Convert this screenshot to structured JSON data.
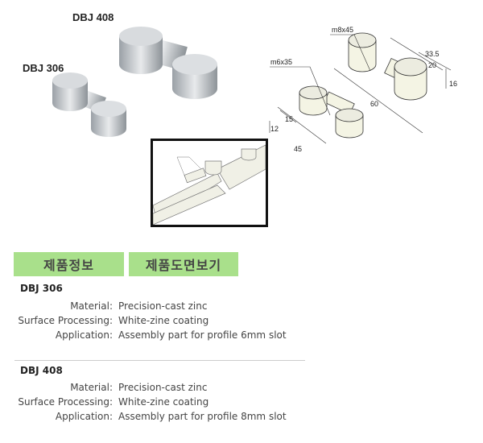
{
  "photo": {
    "label_large": "DBJ 408",
    "label_small": "DBJ 306"
  },
  "drawing": {
    "callout_large": "m8x45",
    "callout_small": "m6x35",
    "dims": [
      "33.5",
      "20",
      "16",
      "60",
      "15",
      "12",
      "45"
    ]
  },
  "tabs": [
    {
      "label": "제품정보"
    },
    {
      "label": "제품도면보기"
    }
  ],
  "colors": {
    "tab_bg": "#a9e08b"
  },
  "products": [
    {
      "name": "DBJ 306",
      "specs": [
        {
          "label": "Material:",
          "value": "Precision-cast zinc"
        },
        {
          "label": "Surface Processing:",
          "value": "White-zine coating"
        },
        {
          "label": "Application:",
          "value": "Assembly part for profile 6mm slot"
        }
      ]
    },
    {
      "name": "DBJ 408",
      "specs": [
        {
          "label": "Material:",
          "value": "Precision-cast zinc"
        },
        {
          "label": "Surface Processing:",
          "value": "White-zine coating"
        },
        {
          "label": "Application:",
          "value": "Assembly part for profile 8mm slot"
        }
      ]
    }
  ]
}
